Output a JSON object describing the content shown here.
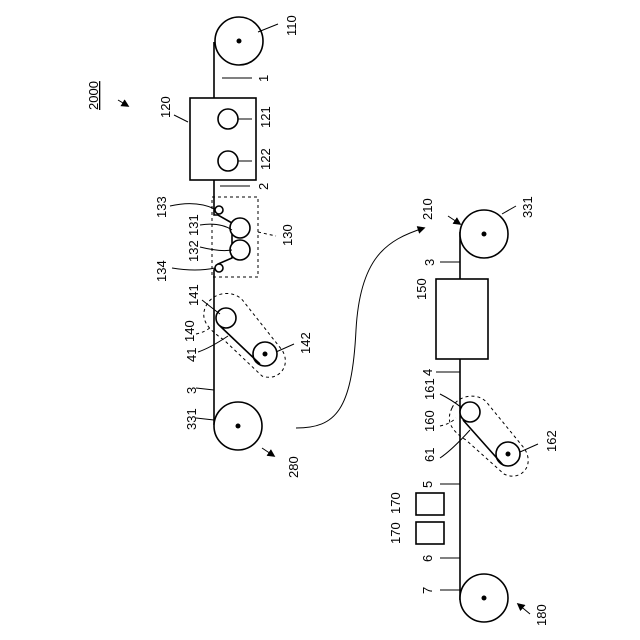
{
  "diagram": {
    "labels": {
      "system": "2000",
      "l110": "110",
      "l1": "1",
      "l120": "120",
      "l121": "121",
      "l122": "122",
      "l2": "2",
      "l133": "133",
      "l131": "131",
      "l130": "130",
      "l132": "132",
      "l134": "134",
      "l141": "141",
      "l140": "140",
      "l41": "41",
      "l142": "142",
      "l3a": "3",
      "l331a": "331",
      "l280": "280",
      "l210": "210",
      "l331b": "331",
      "l3b": "3",
      "l150": "150",
      "l4": "4",
      "l161": "161",
      "l160": "160",
      "l61": "61",
      "l162": "162",
      "l5": "5",
      "l170a": "170",
      "l170b": "170",
      "l6": "6",
      "l7": "7",
      "l180": "180"
    }
  }
}
